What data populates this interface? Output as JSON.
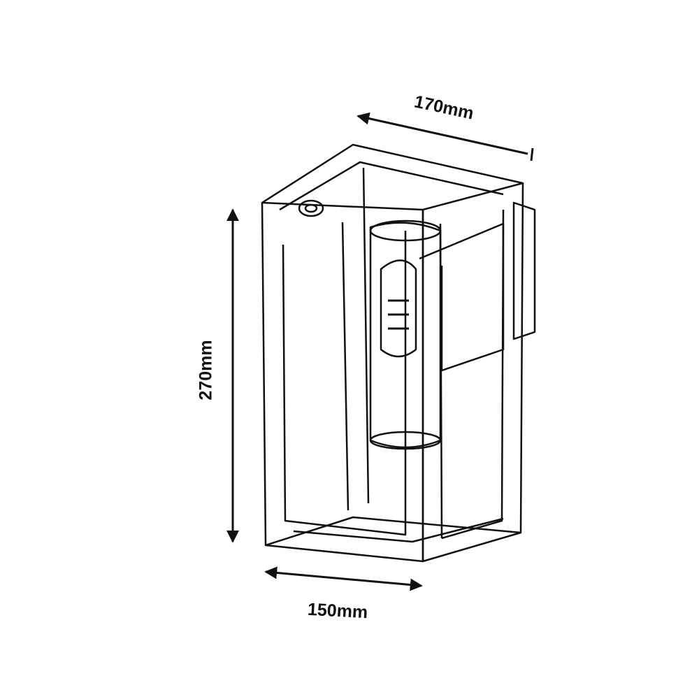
{
  "dimensions": {
    "depth": "170mm",
    "height": "270mm",
    "width": "150mm"
  },
  "colors": {
    "line": "#111111",
    "background": "#ffffff"
  }
}
